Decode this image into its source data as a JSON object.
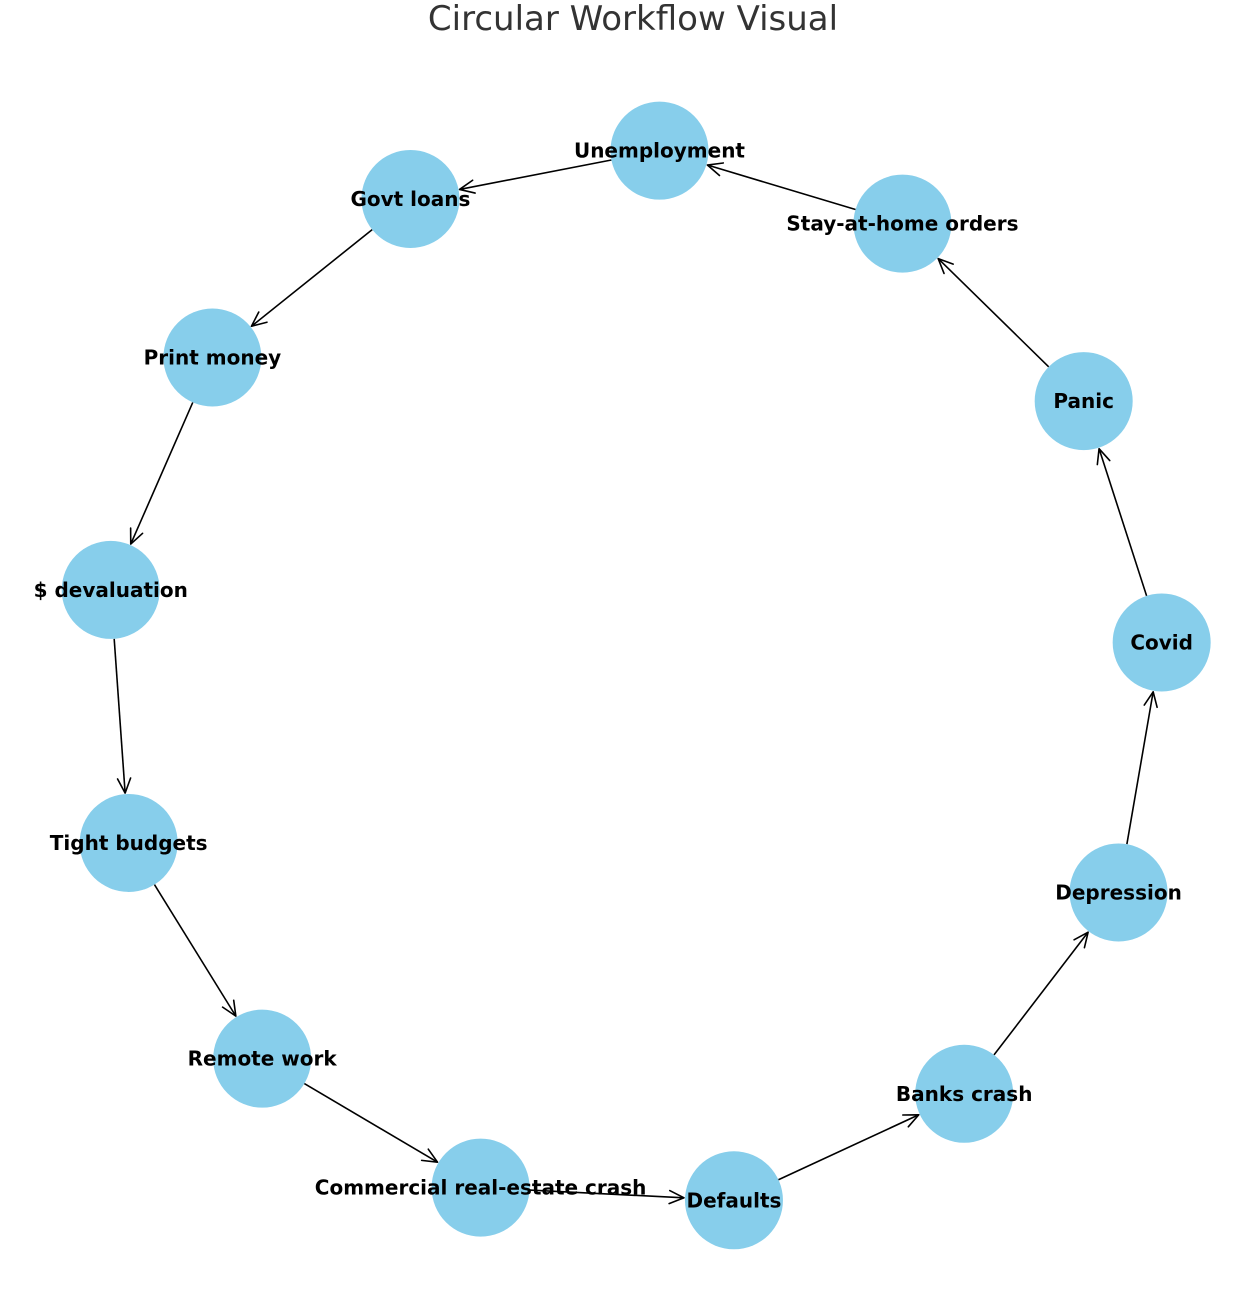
{
  "title": "Circular Workflow Visual",
  "colors": {
    "node_fill": "#87CEEB",
    "edge": "#000000",
    "label": "#000000",
    "title": "#333333"
  },
  "nodes": [
    {
      "id": "unemployment",
      "label": "Unemployment"
    },
    {
      "id": "govt-loans",
      "label": "Govt loans"
    },
    {
      "id": "print-money",
      "label": "Print money"
    },
    {
      "id": "devaluation",
      "label": "$ devaluation"
    },
    {
      "id": "tight-budgets",
      "label": "Tight budgets"
    },
    {
      "id": "remote-work",
      "label": "Remote work"
    },
    {
      "id": "cre-crash",
      "label": "Commercial real-estate crash"
    },
    {
      "id": "defaults",
      "label": "Defaults"
    },
    {
      "id": "banks-crash",
      "label": "Banks crash"
    },
    {
      "id": "depression",
      "label": "Depression"
    },
    {
      "id": "covid",
      "label": "Covid"
    },
    {
      "id": "panic",
      "label": "Panic"
    },
    {
      "id": "stay-at-home",
      "label": "Stay-at-home orders"
    }
  ],
  "edges": [
    {
      "from": "unemployment",
      "to": "govt-loans"
    },
    {
      "from": "govt-loans",
      "to": "print-money"
    },
    {
      "from": "print-money",
      "to": "devaluation"
    },
    {
      "from": "devaluation",
      "to": "tight-budgets"
    },
    {
      "from": "tight-budgets",
      "to": "remote-work"
    },
    {
      "from": "remote-work",
      "to": "cre-crash"
    },
    {
      "from": "cre-crash",
      "to": "defaults"
    },
    {
      "from": "defaults",
      "to": "banks-crash"
    },
    {
      "from": "banks-crash",
      "to": "depression"
    },
    {
      "from": "depression",
      "to": "covid"
    },
    {
      "from": "covid",
      "to": "panic"
    },
    {
      "from": "panic",
      "to": "stay-at-home"
    },
    {
      "from": "stay-at-home",
      "to": "unemployment"
    }
  ]
}
